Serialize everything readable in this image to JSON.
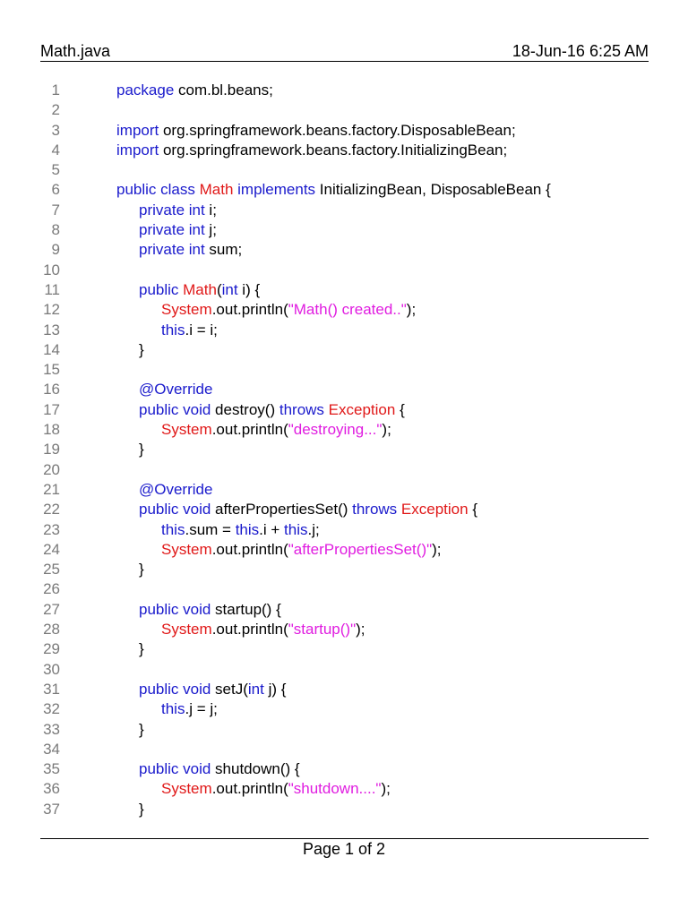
{
  "header": {
    "filename": "Math.java",
    "datetime": "18-Jun-16 6:25 AM"
  },
  "footer": {
    "page": "Page 1 of 2"
  },
  "colors": {
    "keyword": "#1a1acc",
    "type": "#e01818",
    "string": "#e01ce0",
    "line_number": "#7a7a7a"
  },
  "lines": [
    {
      "n": "1",
      "indent": 0,
      "tokens": [
        [
          "kw",
          "package"
        ],
        [
          "plain",
          " com.bl.beans;"
        ]
      ]
    },
    {
      "n": "2",
      "indent": 0,
      "tokens": []
    },
    {
      "n": "3",
      "indent": 0,
      "tokens": [
        [
          "kw",
          "import"
        ],
        [
          "plain",
          " org.springframework.beans.factory.DisposableBean;"
        ]
      ]
    },
    {
      "n": "4",
      "indent": 0,
      "tokens": [
        [
          "kw",
          "import"
        ],
        [
          "plain",
          " org.springframework.beans.factory.InitializingBean;"
        ]
      ]
    },
    {
      "n": "5",
      "indent": 0,
      "tokens": []
    },
    {
      "n": "6",
      "indent": 0,
      "tokens": [
        [
          "kw",
          "public class "
        ],
        [
          "type",
          "Math"
        ],
        [
          "kw",
          " implements"
        ],
        [
          "plain",
          " InitializingBean, DisposableBean {"
        ]
      ]
    },
    {
      "n": "7",
      "indent": 1,
      "tokens": [
        [
          "kw",
          "private int"
        ],
        [
          "plain",
          " i;"
        ]
      ]
    },
    {
      "n": "8",
      "indent": 1,
      "tokens": [
        [
          "kw",
          "private int"
        ],
        [
          "plain",
          " j;"
        ]
      ]
    },
    {
      "n": "9",
      "indent": 1,
      "tokens": [
        [
          "kw",
          "private int"
        ],
        [
          "plain",
          " sum;"
        ]
      ]
    },
    {
      "n": "10",
      "indent": 0,
      "tokens": []
    },
    {
      "n": "11",
      "indent": 1,
      "tokens": [
        [
          "kw",
          "public "
        ],
        [
          "type",
          "Math"
        ],
        [
          "plain",
          "("
        ],
        [
          "kw",
          "int"
        ],
        [
          "plain",
          " i) {"
        ]
      ]
    },
    {
      "n": "12",
      "indent": 2,
      "tokens": [
        [
          "type",
          "System"
        ],
        [
          "plain",
          ".out.println("
        ],
        [
          "str",
          "\"Math() created..\""
        ],
        [
          "plain",
          ");"
        ]
      ]
    },
    {
      "n": "13",
      "indent": 2,
      "tokens": [
        [
          "kw",
          "this"
        ],
        [
          "plain",
          ".i = i;"
        ]
      ]
    },
    {
      "n": "14",
      "indent": 1,
      "tokens": [
        [
          "plain",
          "}"
        ]
      ]
    },
    {
      "n": "15",
      "indent": 0,
      "tokens": []
    },
    {
      "n": "16",
      "indent": 1,
      "tokens": [
        [
          "kw",
          "@Override"
        ]
      ]
    },
    {
      "n": "17",
      "indent": 1,
      "tokens": [
        [
          "kw",
          "public void"
        ],
        [
          "plain",
          " destroy() "
        ],
        [
          "kw",
          "throws"
        ],
        [
          "plain",
          " "
        ],
        [
          "type",
          "Exception"
        ],
        [
          "plain",
          " {"
        ]
      ]
    },
    {
      "n": "18",
      "indent": 2,
      "tokens": [
        [
          "type",
          "System"
        ],
        [
          "plain",
          ".out.println("
        ],
        [
          "str",
          "\"destroying...\""
        ],
        [
          "plain",
          ");"
        ]
      ]
    },
    {
      "n": "19",
      "indent": 1,
      "tokens": [
        [
          "plain",
          "}"
        ]
      ]
    },
    {
      "n": "20",
      "indent": 0,
      "tokens": []
    },
    {
      "n": "21",
      "indent": 1,
      "tokens": [
        [
          "kw",
          "@Override"
        ]
      ]
    },
    {
      "n": "22",
      "indent": 1,
      "tokens": [
        [
          "kw",
          "public void"
        ],
        [
          "plain",
          " afterPropertiesSet() "
        ],
        [
          "kw",
          "throws"
        ],
        [
          "plain",
          " "
        ],
        [
          "type",
          "Exception"
        ],
        [
          "plain",
          " {"
        ]
      ]
    },
    {
      "n": "23",
      "indent": 2,
      "tokens": [
        [
          "kw",
          "this"
        ],
        [
          "plain",
          ".sum = "
        ],
        [
          "kw",
          "this"
        ],
        [
          "plain",
          ".i + "
        ],
        [
          "kw",
          "this"
        ],
        [
          "plain",
          ".j;"
        ]
      ]
    },
    {
      "n": "24",
      "indent": 2,
      "tokens": [
        [
          "type",
          "System"
        ],
        [
          "plain",
          ".out.println("
        ],
        [
          "str",
          "\"afterPropertiesSet()\""
        ],
        [
          "plain",
          ");"
        ]
      ]
    },
    {
      "n": "25",
      "indent": 1,
      "tokens": [
        [
          "plain",
          "}"
        ]
      ]
    },
    {
      "n": "26",
      "indent": 0,
      "tokens": []
    },
    {
      "n": "27",
      "indent": 1,
      "tokens": [
        [
          "kw",
          "public void"
        ],
        [
          "plain",
          " startup() {"
        ]
      ]
    },
    {
      "n": "28",
      "indent": 2,
      "tokens": [
        [
          "type",
          "System"
        ],
        [
          "plain",
          ".out.println("
        ],
        [
          "str",
          "\"startup()\""
        ],
        [
          "plain",
          ");"
        ]
      ]
    },
    {
      "n": "29",
      "indent": 1,
      "tokens": [
        [
          "plain",
          "}"
        ]
      ]
    },
    {
      "n": "30",
      "indent": 0,
      "tokens": []
    },
    {
      "n": "31",
      "indent": 1,
      "tokens": [
        [
          "kw",
          "public void"
        ],
        [
          "plain",
          " setJ("
        ],
        [
          "kw",
          "int"
        ],
        [
          "plain",
          " j) {"
        ]
      ]
    },
    {
      "n": "32",
      "indent": 2,
      "tokens": [
        [
          "kw",
          "this"
        ],
        [
          "plain",
          ".j = j;"
        ]
      ]
    },
    {
      "n": "33",
      "indent": 1,
      "tokens": [
        [
          "plain",
          "}"
        ]
      ]
    },
    {
      "n": "34",
      "indent": 0,
      "tokens": []
    },
    {
      "n": "35",
      "indent": 1,
      "tokens": [
        [
          "kw",
          "public void"
        ],
        [
          "plain",
          " shutdown() {"
        ]
      ]
    },
    {
      "n": "36",
      "indent": 2,
      "tokens": [
        [
          "type",
          "System"
        ],
        [
          "plain",
          ".out.println("
        ],
        [
          "str",
          "\"shutdown....\""
        ],
        [
          "plain",
          ");"
        ]
      ]
    },
    {
      "n": "37",
      "indent": 1,
      "tokens": [
        [
          "plain",
          "}"
        ]
      ]
    }
  ]
}
